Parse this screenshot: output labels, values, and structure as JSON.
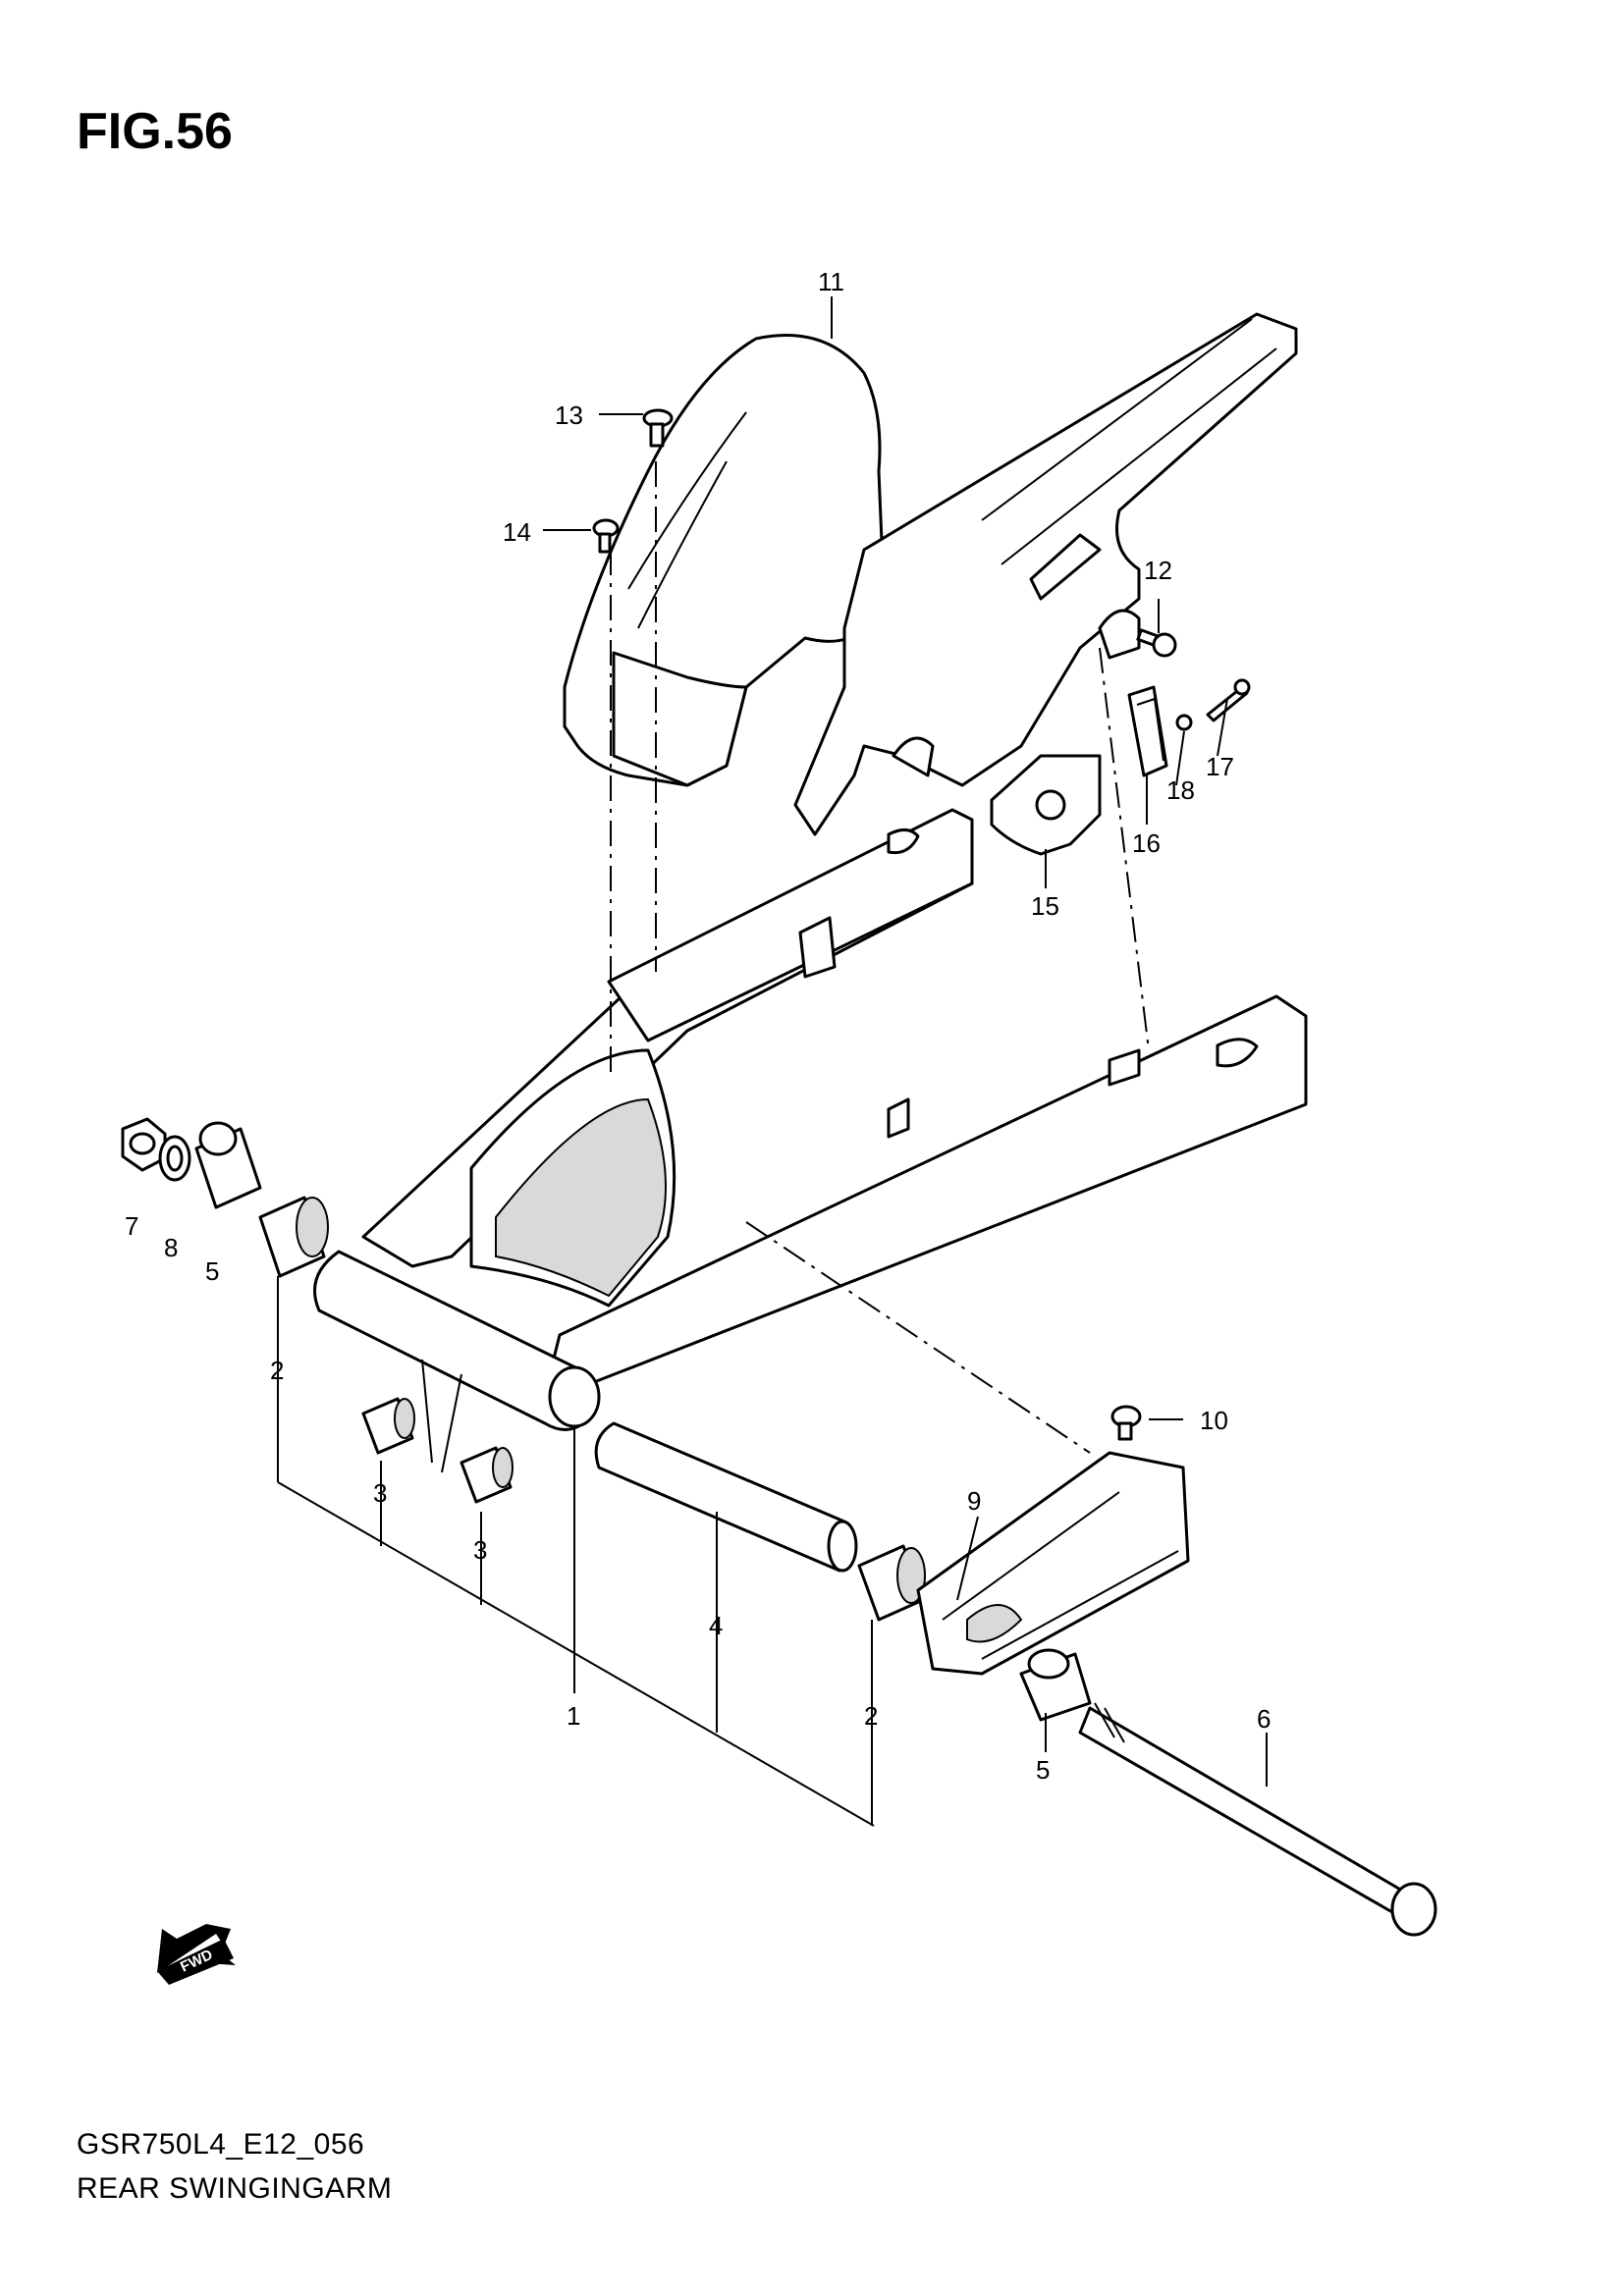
{
  "figure": {
    "title": "FIG.56"
  },
  "callouts": [
    {
      "id": "c11",
      "text": "11"
    },
    {
      "id": "c13",
      "text": "13"
    },
    {
      "id": "c14",
      "text": "14"
    },
    {
      "id": "c12",
      "text": "12"
    },
    {
      "id": "c17",
      "text": "17"
    },
    {
      "id": "c18",
      "text": "18"
    },
    {
      "id": "c16",
      "text": "16"
    },
    {
      "id": "c15",
      "text": "15"
    },
    {
      "id": "c7",
      "text": "7"
    },
    {
      "id": "c8",
      "text": "8"
    },
    {
      "id": "c5a",
      "text": "5"
    },
    {
      "id": "c2a",
      "text": "2"
    },
    {
      "id": "c3a",
      "text": "3"
    },
    {
      "id": "c3b",
      "text": "3"
    },
    {
      "id": "c4",
      "text": "4"
    },
    {
      "id": "c1",
      "text": "1"
    },
    {
      "id": "c2b",
      "text": "2"
    },
    {
      "id": "c10",
      "text": "10"
    },
    {
      "id": "c9",
      "text": "9"
    },
    {
      "id": "c6",
      "text": "6"
    },
    {
      "id": "c5b",
      "text": "5"
    }
  ],
  "fwd_arrow": {
    "label": "FWD"
  },
  "footer": {
    "model_code": "GSR750L4_E12_056",
    "diagram_title": "REAR SWINGINGARM"
  }
}
